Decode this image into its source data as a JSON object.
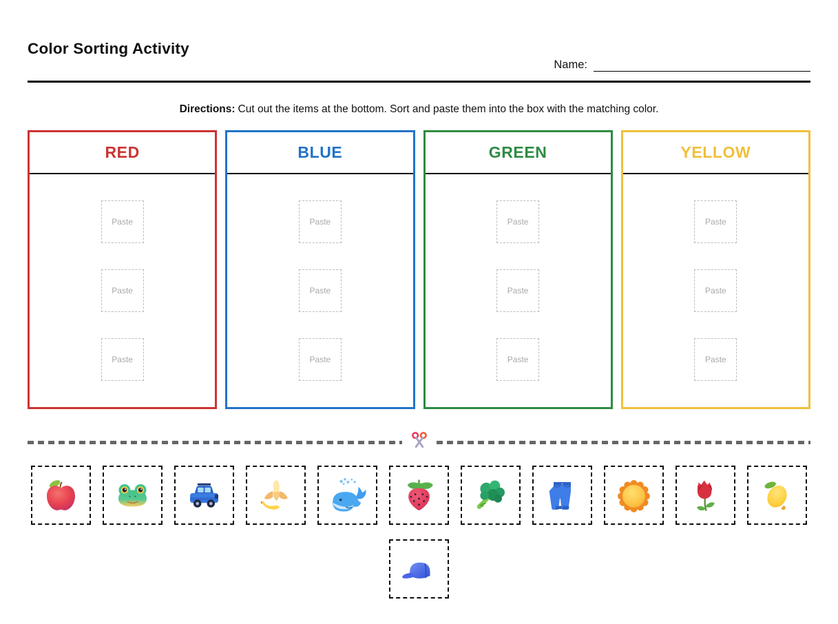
{
  "page": {
    "title": "Color Sorting Activity",
    "name_label": "Name:"
  },
  "directions": {
    "label": "Directions:",
    "text": "Cut out the items at the bottom. Sort and paste them into the box with the matching color."
  },
  "paste_label": "Paste",
  "boxes": [
    {
      "label": "RED",
      "color": "#cc3333",
      "paste_slots": 3
    },
    {
      "label": "BLUE",
      "color": "#2273c8",
      "paste_slots": 3
    },
    {
      "label": "GREEN",
      "color": "#2e8b43",
      "paste_slots": 3
    },
    {
      "label": "YELLOW",
      "color": "#f0c03c",
      "paste_slots": 3
    }
  ],
  "cut_line": {
    "icon": "scissors-icon",
    "dash_color": "#666666"
  },
  "cutout_items": {
    "row1": [
      "red-apple",
      "frog-face",
      "blue-suv",
      "peeled-banana",
      "spouting-whale",
      "strawberry",
      "broccoli",
      "jeans",
      "sun",
      "rose",
      "lemon"
    ],
    "row2": [
      "blue-cap"
    ]
  }
}
